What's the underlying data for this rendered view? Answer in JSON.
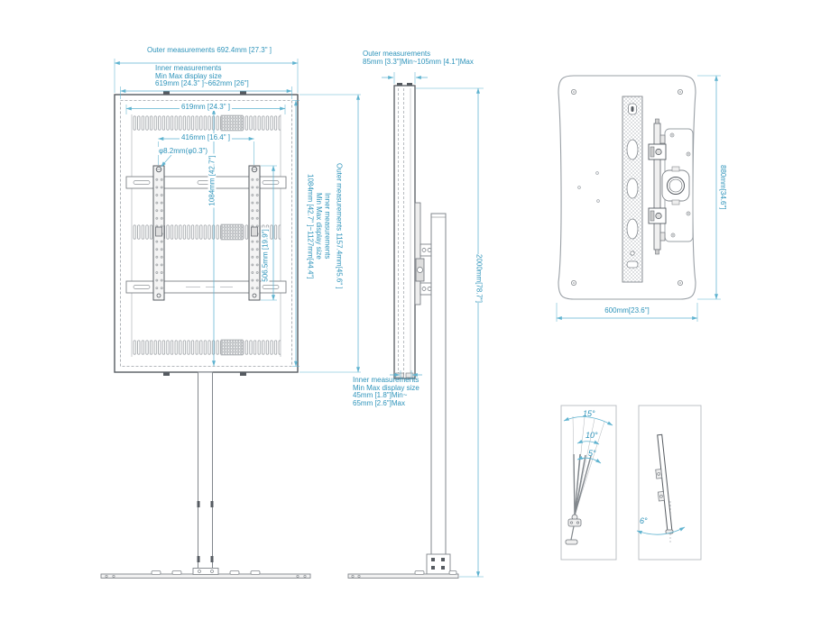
{
  "title": "Display floor stand technical drawing",
  "colors": {
    "accent_text": "#2d93ba",
    "dim_line": "#5fb3d0",
    "drawing_light": "#9aa0a6",
    "drawing_dark": "#565b61"
  },
  "front": {
    "outer_width": "Outer measurements 692.4mm [27.3\" ]",
    "inner1": "Inner measurements",
    "inner2": "Min Max display size",
    "inner3": "619mm [24.3\" ]~662mm [26\"]",
    "dim_619": "619mm [24.3\" ]",
    "dim_416": "416mm [16.4\" ]",
    "dim_hole": "φ8.2mm(φ0.3\")",
    "dim_1084": "1084mm [42.7\"]",
    "dim_506": "506.5mm [19.9\"]",
    "right_inner1": "Inner measurements",
    "right_inner2": "Min Max display size",
    "right_inner3": "1084mm [42.7\" ]~1127mm[44.4\"]",
    "right_outer": "Outer measurements 1157.4mm[45.6\" ]"
  },
  "side": {
    "outer1": "Outer measurements",
    "outer2": "85mm [3.3\"]Min~105mm [4.1\"]Max",
    "dim_2000": "2000mm[78.7\"]",
    "inner1": "Inner measurements",
    "inner2": "Min Max display size",
    "inner3": "45mm [1.8\"]Min~",
    "inner4": "65mm [2.6\"]Max"
  },
  "back": {
    "dim_880": "880mm[34.6\"]",
    "dim_600": "600mm[23.6\"]"
  },
  "tilt": {
    "a15": "15°",
    "a10": "10°",
    "a5": "5°",
    "a6": "6°"
  }
}
